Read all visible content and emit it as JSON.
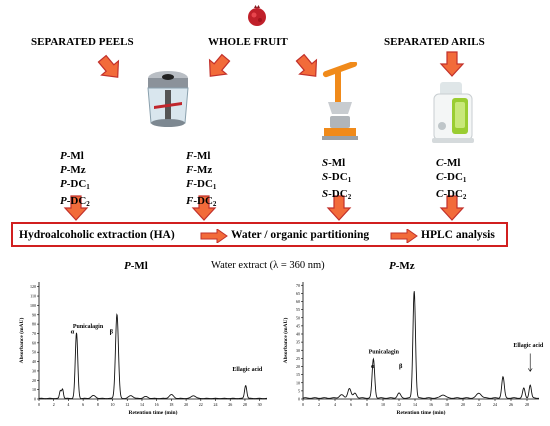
{
  "top": {
    "separated_peels": "SEPARATED PEELS",
    "whole_fruit": "WHOLE FRUIT",
    "separated_arils": "SEPARATED ARILS"
  },
  "icons": {
    "pomegranate": "pomegranate-icon",
    "chopper": "food-chopper-icon",
    "juicer_manual": "manual-citrus-press-icon",
    "juicer_electric": "electric-juicer-icon",
    "colors": {
      "arrow_fill": "#f26b3a",
      "arrow_stroke": "#c2302b",
      "box_border": "#d11f1f"
    }
  },
  "codes": {
    "p": [
      {
        "letter": "P",
        "rest": "-Ml",
        "sub": ""
      },
      {
        "letter": "P",
        "rest": "-Mz",
        "sub": ""
      },
      {
        "letter": "P",
        "rest": "-DC",
        "sub": "1"
      },
      {
        "letter": "P",
        "rest": "-DC",
        "sub": "2"
      }
    ],
    "f": [
      {
        "letter": "F",
        "rest": "-Ml",
        "sub": ""
      },
      {
        "letter": "F",
        "rest": "-Mz",
        "sub": ""
      },
      {
        "letter": "F",
        "rest": "-DC",
        "sub": "1"
      },
      {
        "letter": "F",
        "rest": "-DC",
        "sub": "2"
      }
    ],
    "s": [
      {
        "letter": "S",
        "rest": "-Ml",
        "sub": ""
      },
      {
        "letter": "S",
        "rest": "-DC",
        "sub": "1"
      },
      {
        "letter": "S",
        "rest": "-DC",
        "sub": "2"
      }
    ],
    "c": [
      {
        "letter": "C",
        "rest": "-Ml",
        "sub": ""
      },
      {
        "letter": "C",
        "rest": "-DC",
        "sub": "1"
      },
      {
        "letter": "C",
        "rest": "-DC",
        "sub": "2"
      }
    ]
  },
  "process": {
    "step1": "Hydroalcoholic  extraction (HA)",
    "step2": "Water / organic partitioning",
    "step3": "HPLC analysis"
  },
  "center_label": "Water extract (λ = 360 nm)",
  "charts": [
    {
      "title_letter": "P",
      "title_rest": "-Ml",
      "ylabel": "Absorbance (mAU)",
      "xlabel": "Retention time (min)",
      "yticks": [
        "0",
        "10",
        "20",
        "30",
        "40",
        "50",
        "60",
        "70",
        "80",
        "90",
        "100",
        "110",
        "120"
      ],
      "xticks": [
        "0",
        "2",
        "4",
        "6",
        "8",
        "10",
        "12",
        "14",
        "16",
        "18",
        "20",
        "22",
        "24",
        "26",
        "28",
        "30"
      ],
      "x_range": [
        0,
        31
      ],
      "y_range": [
        0,
        125
      ],
      "annotations": {
        "punicalagin": "Punicalagin",
        "alpha": "α",
        "beta": "β",
        "ellagic": "Ellagic acid"
      },
      "chart_data": {
        "type": "line",
        "peaks": [
          {
            "x": 2.9,
            "h": 8,
            "w": 0.12
          },
          {
            "x": 3.2,
            "h": 10,
            "w": 0.12
          },
          {
            "x": 5.1,
            "h": 70,
            "w": 0.17
          },
          {
            "x": 10.6,
            "h": 90,
            "w": 0.2
          },
          {
            "x": 7.4,
            "h": 3,
            "w": 0.3
          },
          {
            "x": 12.5,
            "h": 3,
            "w": 0.3
          },
          {
            "x": 14.5,
            "h": 2,
            "w": 0.3
          },
          {
            "x": 18.0,
            "h": 4,
            "w": 0.3
          },
          {
            "x": 21.0,
            "h": 3,
            "w": 0.3
          },
          {
            "x": 28.1,
            "h": 14,
            "w": 0.15
          }
        ]
      }
    },
    {
      "title_letter": "P",
      "title_rest": "-Mz",
      "ylabel": "Absorbance (mAU)",
      "xlabel": "Retention time (min)",
      "yticks": [
        "0",
        "5",
        "10",
        "15",
        "20",
        "25",
        "30",
        "35",
        "40",
        "45",
        "50",
        "55",
        "60",
        "65",
        "70"
      ],
      "xticks": [
        "0",
        "2",
        "4",
        "6",
        "8",
        "10",
        "12",
        "14",
        "16",
        "18",
        "20",
        "22",
        "24",
        "26",
        "28"
      ],
      "x_range": [
        0,
        29.5
      ],
      "y_range": [
        0,
        72
      ],
      "annotations": {
        "punicalagin": "Punicalagin",
        "alpha": "α",
        "beta": "β",
        "ellagic": "Ellagic acid"
      },
      "chart_data": {
        "type": "line",
        "peaks": [
          {
            "x": 4.8,
            "h": 2,
            "w": 0.25
          },
          {
            "x": 5.8,
            "h": 6,
            "w": 0.2
          },
          {
            "x": 6.5,
            "h": 3,
            "w": 0.2
          },
          {
            "x": 8.8,
            "h": 24,
            "w": 0.16
          },
          {
            "x": 12.0,
            "h": 3,
            "w": 0.2
          },
          {
            "x": 13.9,
            "h": 66,
            "w": 0.16
          },
          {
            "x": 17.5,
            "h": 2,
            "w": 0.3
          },
          {
            "x": 22.0,
            "h": 3,
            "w": 0.3
          },
          {
            "x": 25.0,
            "h": 13,
            "w": 0.16
          },
          {
            "x": 27.6,
            "h": 6,
            "w": 0.15
          },
          {
            "x": 28.4,
            "h": 8,
            "w": 0.14
          }
        ]
      }
    }
  ]
}
